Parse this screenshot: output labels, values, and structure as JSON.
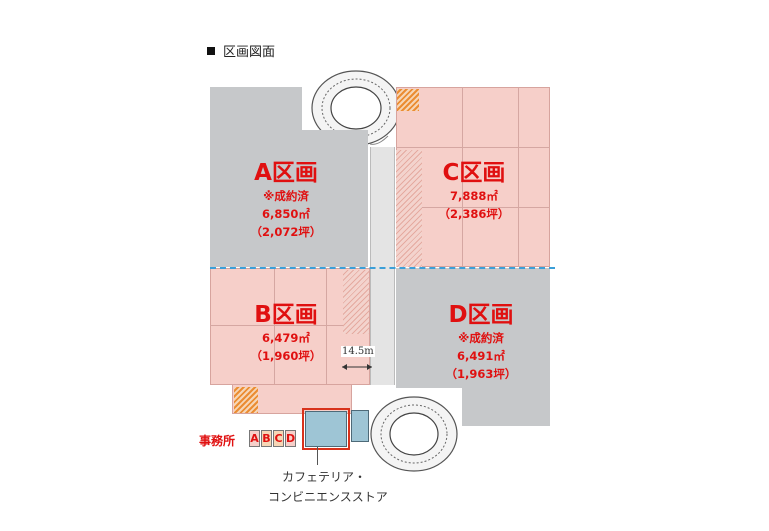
{
  "heading": "区画図面",
  "zones": {
    "a": {
      "name": "A区画",
      "status": "※成約済",
      "area_m2": "6,850㎡",
      "area_tsubo": "（2,072坪）"
    },
    "b": {
      "name": "B区画",
      "area_m2": "6,479㎡",
      "area_tsubo": "（1,960坪）"
    },
    "c": {
      "name": "C区画",
      "area_m2": "7,888㎡",
      "area_tsubo": "（2,386坪）"
    },
    "d": {
      "name": "D区画",
      "status": "※成約済",
      "area_m2": "6,491㎡",
      "area_tsubo": "（1,963坪）"
    }
  },
  "corridor_width": "14.5m",
  "office": {
    "label": "事務所",
    "units": [
      "A",
      "B",
      "C",
      "D"
    ]
  },
  "cafeteria_label": [
    "カフェテリア・",
    "コンビニエンスストア"
  ],
  "colors": {
    "label_red": "#e01010",
    "leased_gray": "#c6c8ca",
    "available_pink": "#f6cfc9",
    "divider_blue": "#3b9fd8",
    "hatch_orange": "#eb8d33",
    "core_blue": "#9ec5d5",
    "highlight_red": "#d8321b"
  }
}
